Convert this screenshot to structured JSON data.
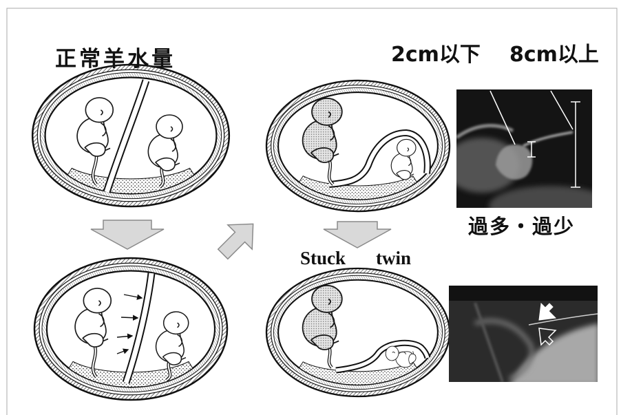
{
  "slide": {
    "title": "正常羊水量",
    "measure_low": "2cm以下",
    "measure_high": "8cm以上",
    "ultrasound_caption": "過多・過少",
    "stuck_label_word1": "Stuck",
    "stuck_label_word2": "twin"
  },
  "colors": {
    "ink": "#111111",
    "arrow_fill": "#d9d9d9",
    "arrow_stroke": "#8a8a8a",
    "ultrasound_dark": "#141414"
  }
}
